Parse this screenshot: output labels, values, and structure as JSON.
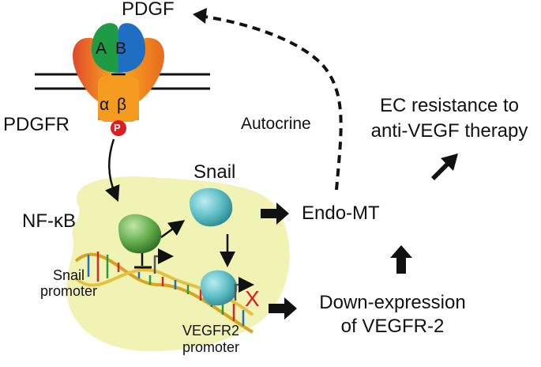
{
  "receptor": {
    "ligand": "PDGF",
    "name": "PDGFR",
    "subunit_a_top": "A",
    "subunit_b_top": "B",
    "subunit_a_bottom": "α",
    "subunit_b_bottom": "β",
    "phospho": "P"
  },
  "pathway": {
    "autocrine": "Autocrine",
    "nfkb": "NF-κB",
    "snail": "Snail",
    "snail_promoter_line1": "Snail",
    "snail_promoter_line2": "promoter",
    "vegfr2_promoter_line1": "VEGFR2",
    "vegfr2_promoter_line2": "promoter",
    "block_mark": "X"
  },
  "outcomes": {
    "endo_mt": "Endo-MT",
    "downexpr_line1": "Down-expression",
    "downexpr_line2": "of VEGFR-2",
    "resistance_line1": "EC resistance to",
    "resistance_line2": "anti-VEGF therapy"
  },
  "colors": {
    "nucleus": "#f1f3b4",
    "snail_protein": "#5bbcc4",
    "nfkb_protein": "#5fa84a",
    "receptor_orange": "#f28a1d",
    "phospho_red": "#e01b24"
  }
}
